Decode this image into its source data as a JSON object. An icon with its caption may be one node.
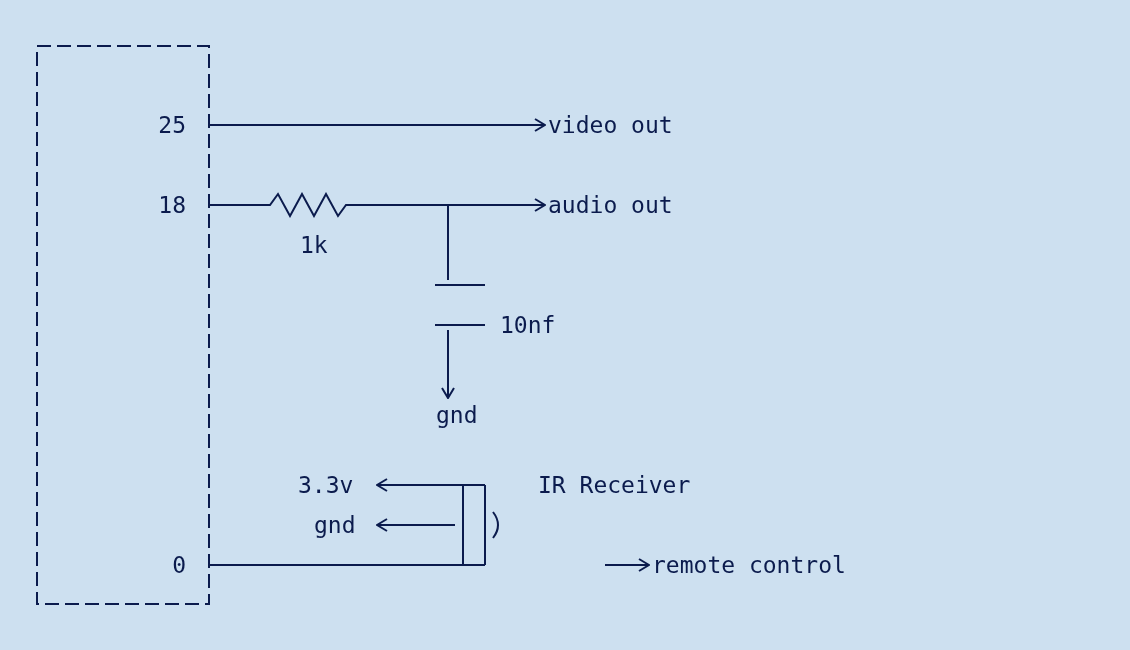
{
  "diagram": {
    "nodes": [
      {
        "text": [],
        "shape": "box"
      },
      {
        "text": [
          "video out"
        ]
      },
      {
        "text": [
          "audio out"
        ]
      },
      {
        "text": [],
        "shape": "resistor",
        "beside": [
          "1k"
        ]
      },
      {
        "text": [],
        "shape": "capacitor",
        "beside": [
          "10nf"
        ]
      },
      {
        "text": [
          "gnd"
        ]
      },
      {
        "text": [
          "3.3v"
        ]
      },
      {
        "text": [
          "gnd"
        ]
      },
      {
        "text": [],
        "shape": "receiver",
        "beside": [
          "IR Receiver"
        ]
      },
      {
        "text": [
          "remote control"
        ]
      }
    ],
    "edges": [
      {
        "from": 0,
        "to": 1,
        "arrow": "to"
      },
      {
        "from": 0,
        "to": 3,
        "arrow": "none"
      },
      {
        "from": 3,
        "to": 2,
        "arrow": "to"
      },
      {
        "from": 3,
        "to": 4,
        "arrow": "none"
      },
      {
        "from": 4,
        "to": 5,
        "arrow": "to"
      },
      {
        "from": 8,
        "to": 6,
        "arrow": "to"
      },
      {
        "from": 8,
        "to": 7,
        "arrow": "to"
      },
      {
        "from": 0,
        "to": 8,
        "arrow": "none"
      },
      {
        "from": null,
        "to": 9,
        "arrow": "to"
      }
    ],
    "labels": [
      "25",
      "18",
      "0"
    ]
  }
}
